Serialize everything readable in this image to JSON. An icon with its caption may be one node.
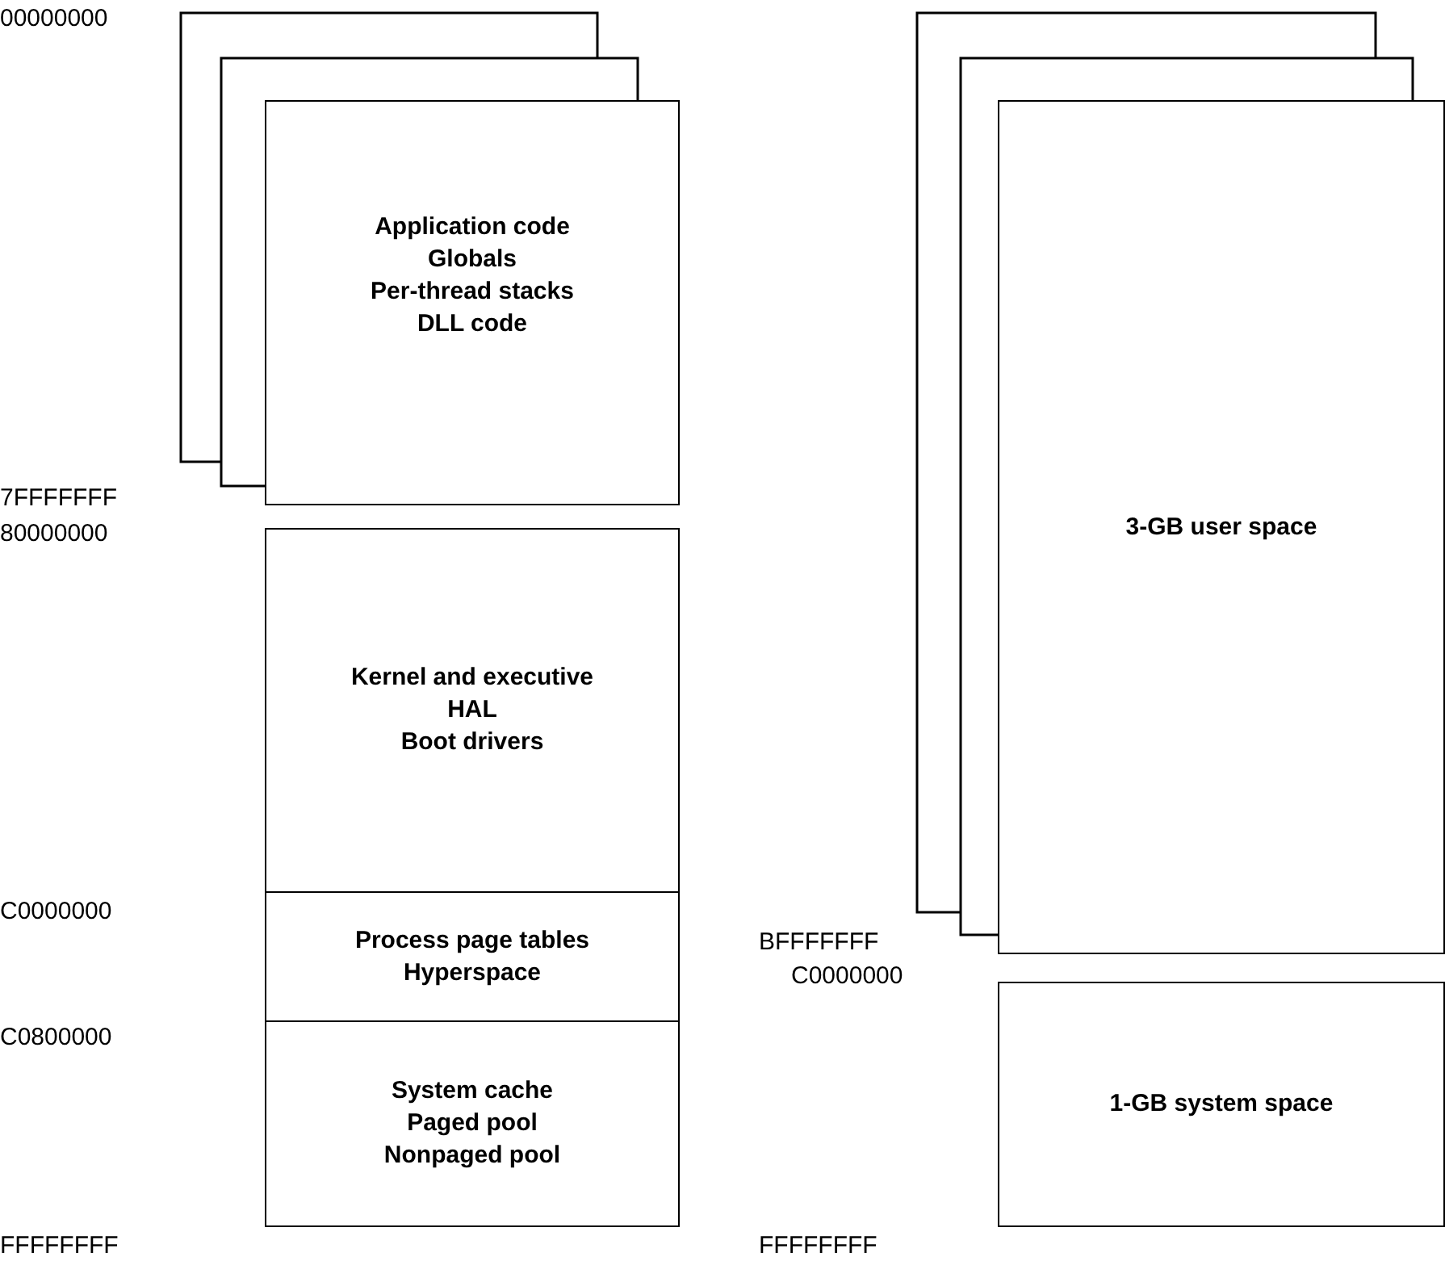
{
  "diagram": {
    "nodes": [
      {
        "text": [],
        "shape": "box"
      },
      {
        "text": [],
        "shape": "box"
      },
      {
        "text": [
          "Application code",
          "Globals",
          "Per-thread stacks",
          "DLL code"
        ]
      },
      {
        "text": [
          "Kernel and executive",
          "HAL",
          "Boot drivers"
        ]
      },
      {
        "text": [
          "Process page tables",
          "Hyperspace"
        ]
      },
      {
        "text": [
          "System cache",
          "Paged pool",
          "Nonpaged pool"
        ]
      },
      {
        "text": [],
        "shape": "box"
      },
      {
        "text": [],
        "shape": "box"
      },
      {
        "text": [
          "3-GB user space"
        ]
      },
      {
        "text": [
          "1-GB system space"
        ]
      }
    ],
    "labels": [
      "00000000",
      "7FFFFFFF",
      "80000000",
      "C0000000",
      "C0800000",
      "FFFFFFFF",
      "BFFFFFFF",
      "C0000000",
      "FFFFFFFF"
    ]
  }
}
